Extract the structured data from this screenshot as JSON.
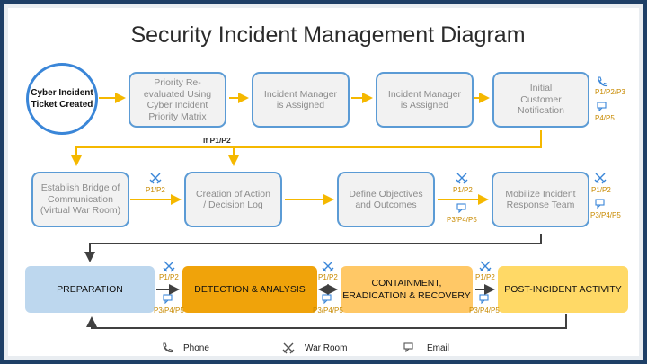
{
  "title": "Security Incident Management Diagram",
  "start_node": "Cyber Incident\nTicket Created",
  "row1": [
    {
      "label": "Priority Re-\nevaluated Using\nCyber Incident\nPriority Matrix"
    },
    {
      "label": "Incident Manager\nis Assigned"
    },
    {
      "label": "Incident Manager\nis Assigned"
    },
    {
      "label": "Initial\nCustomer\nNotification"
    }
  ],
  "condition_label": "If P1/P2",
  "row2": [
    {
      "label": "Establish Bridge of\nCommunication\n(Virtual War Room)"
    },
    {
      "label": "Creation of Action\n/ Decision Log"
    },
    {
      "label": "Define Objectives\nand Outcomes"
    },
    {
      "label": "Mobilize Incident\nResponse Team"
    }
  ],
  "phases": [
    {
      "label": "PREPARATION",
      "color": "#bdd7ee"
    },
    {
      "label": "DETECTION & ANALYSIS",
      "color": "#f0a30a"
    },
    {
      "label": "CONTAINMENT,\nERADICATION & RECOVERY",
      "color": "#ffc866"
    },
    {
      "label": "POST-INCIDENT ACTIVITY",
      "color": "#ffd966"
    }
  ],
  "priority_labels": {
    "high": "P1/P2",
    "high_long": "P1/P2/P3",
    "low": "P3/P4/P5",
    "low_short": "P4/P5"
  },
  "legend": {
    "phone": "Phone",
    "war_room": "War Room",
    "email": "Email"
  },
  "colors": {
    "accent_blue": "#5b9bd5",
    "arrow_yellow": "#f5b800",
    "arrow_dark": "#404040",
    "label_orange": "#c88a00",
    "frame": "#1e3f66"
  }
}
